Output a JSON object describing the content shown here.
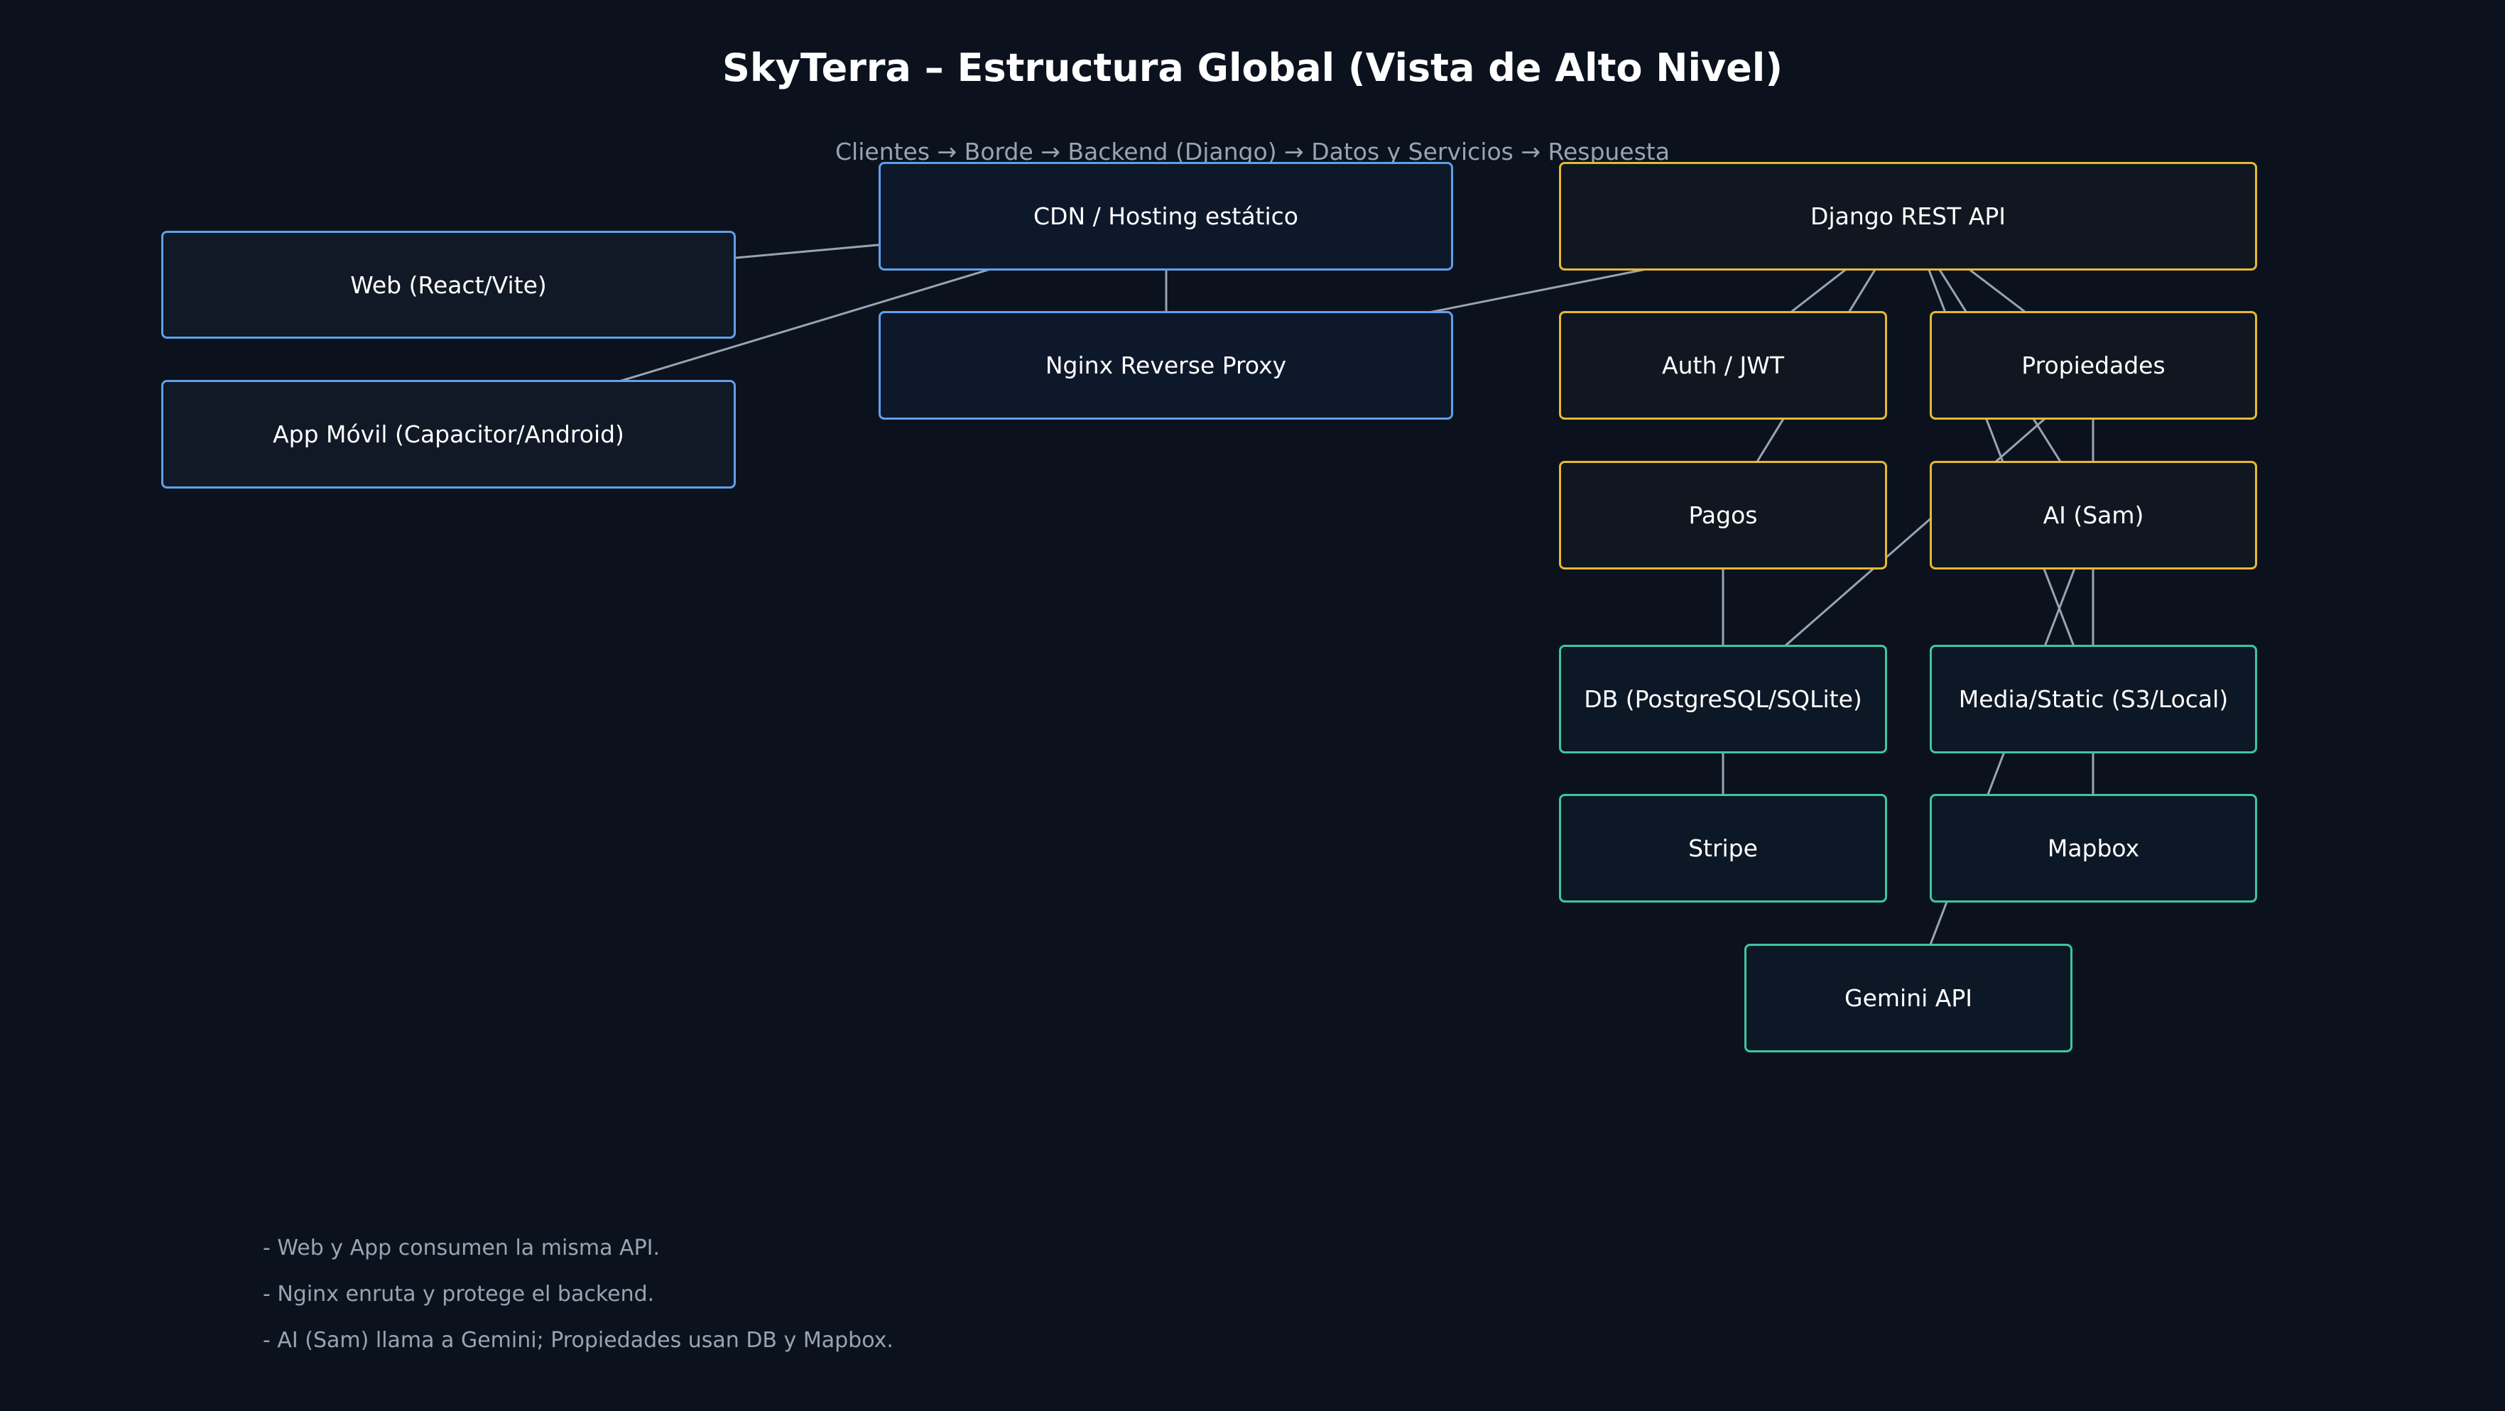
{
  "title": "SkyTerra – Estructura Global (Vista de Alto Nivel)",
  "subtitle": "Clientes → Borde → Backend (Django) → Datos y Servicios → Respuesta",
  "colors": {
    "background": "#0b121e",
    "client_border": "#5fa0ea",
    "backend_border": "#e6b934",
    "data_border": "#3ec79f",
    "edge": "#9aa3b1"
  },
  "nodes": {
    "web": "Web (React/Vite)",
    "app": "App Móvil (Capacitor/Android)",
    "cdn": "CDN / Hosting estático",
    "nginx": "Nginx Reverse Proxy",
    "django": "Django REST API",
    "auth": "Auth / JWT",
    "propiedades": "Propiedades",
    "pagos": "Pagos",
    "ai": "AI (Sam)",
    "db": "DB (PostgreSQL/SQLite)",
    "media": "Media/Static (S3/Local)",
    "stripe": "Stripe",
    "mapbox": "Mapbox",
    "gemini": "Gemini API"
  },
  "edges": [
    {
      "from": "web",
      "to": "cdn"
    },
    {
      "from": "app",
      "to": "cdn"
    },
    {
      "from": "cdn",
      "to": "nginx"
    },
    {
      "from": "nginx",
      "to": "django"
    },
    {
      "from": "django",
      "to": "auth"
    },
    {
      "from": "django",
      "to": "pagos"
    },
    {
      "from": "django",
      "to": "propiedades"
    },
    {
      "from": "django",
      "to": "ai"
    },
    {
      "from": "django",
      "to": "media"
    },
    {
      "from": "propiedades",
      "to": "db"
    },
    {
      "from": "propiedades",
      "to": "mapbox"
    },
    {
      "from": "pagos",
      "to": "stripe"
    },
    {
      "from": "ai",
      "to": "gemini"
    }
  ],
  "notes": [
    "- Web y App consumen la misma API.",
    "- Nginx enruta y protege el backend.",
    "- AI (Sam) llama a Gemini; Propiedades usan DB y Mapbox."
  ]
}
